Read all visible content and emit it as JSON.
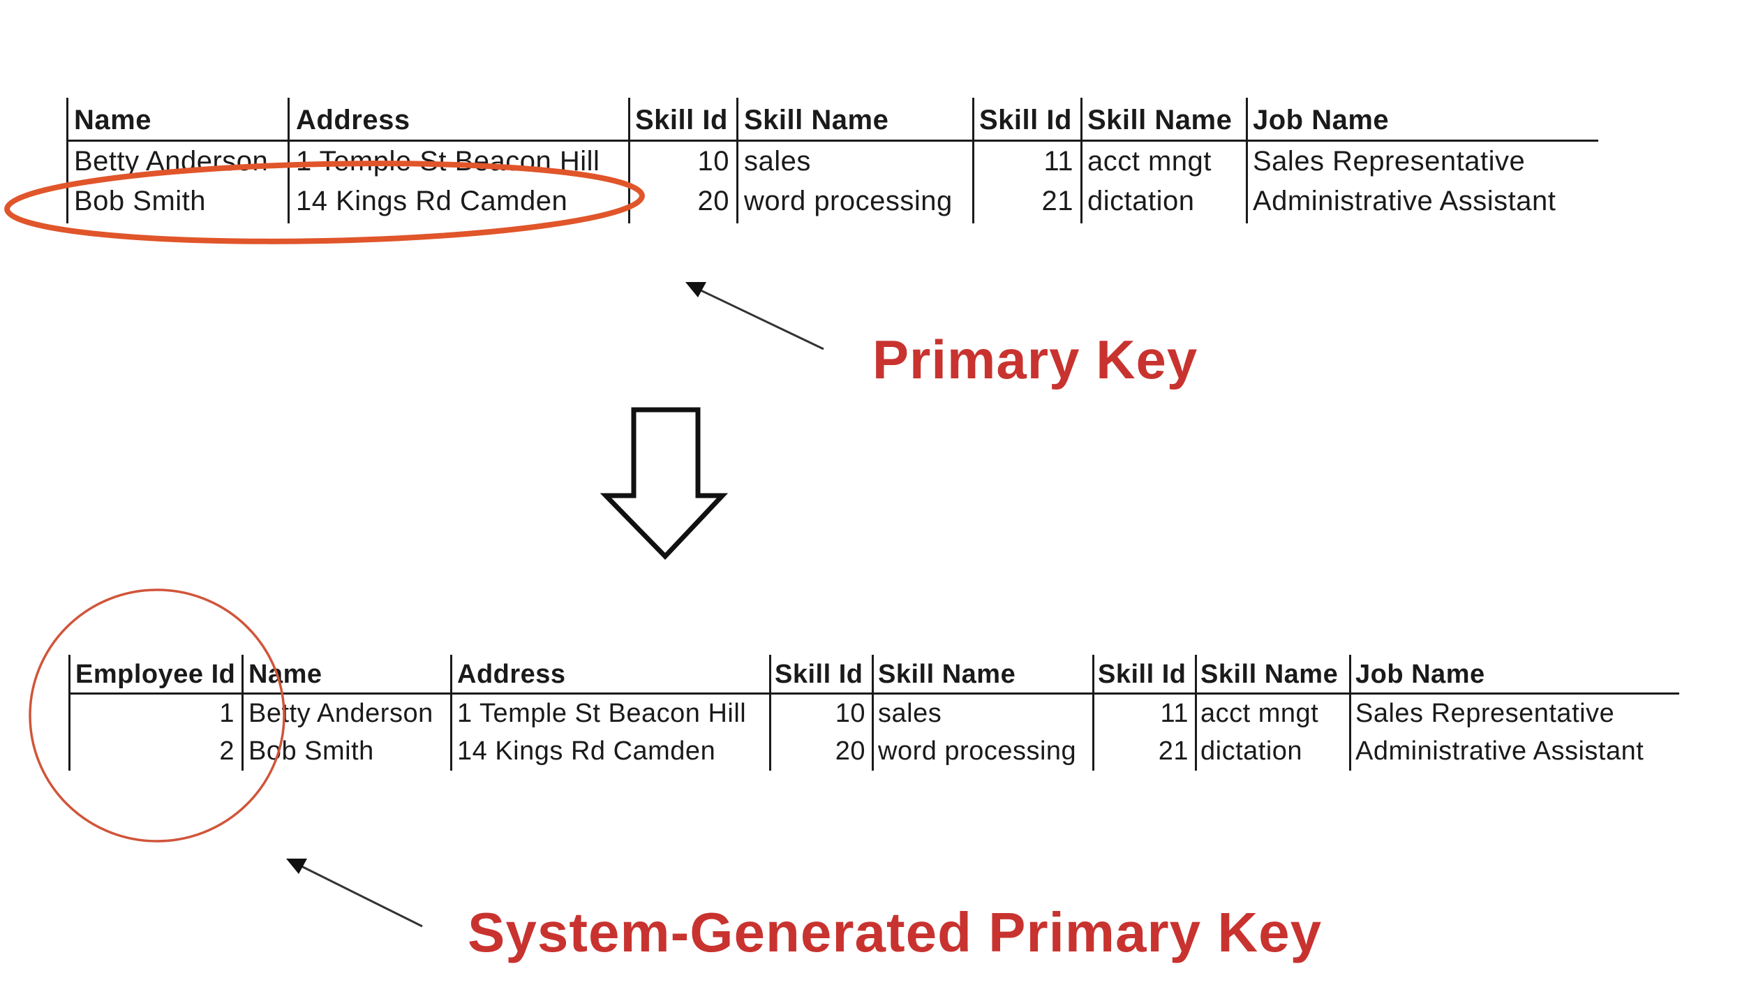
{
  "colors": {
    "accent": "#c8332f",
    "highlight_stroke": "#e0552a",
    "text": "#1a1a1a"
  },
  "table_before": {
    "headers": [
      "Name",
      "Address",
      "Skill Id",
      "Skill Name",
      "Skill Id",
      "Skill Name",
      "Job Name"
    ],
    "rows": [
      [
        "Betty Anderson",
        "1 Temple St Beacon Hill",
        "10",
        "sales",
        "11",
        "acct mngt",
        "Sales Representative"
      ],
      [
        "Bob Smith",
        "14 Kings Rd Camden",
        "20",
        "word processing",
        "21",
        "dictation",
        "Administrative Assistant"
      ]
    ]
  },
  "label_primary_key": "Primary Key",
  "table_after": {
    "headers": [
      "Employee Id",
      "Name",
      "Address",
      "Skill Id",
      "Skill Name",
      "Skill Id",
      "Skill Name",
      "Job Name"
    ],
    "rows": [
      [
        "1",
        "Betty Anderson",
        "1 Temple St Beacon Hill",
        "10",
        "sales",
        "11",
        "acct mngt",
        "Sales Representative"
      ],
      [
        "2",
        "Bob Smith",
        "14 Kings Rd Camden",
        "20",
        "word processing",
        "21",
        "dictation",
        "Administrative Assistant"
      ]
    ]
  },
  "label_system_key": "System-Generated Primary Key",
  "icons": [
    "down-arrow-icon",
    "pointer-arrow-icon"
  ]
}
